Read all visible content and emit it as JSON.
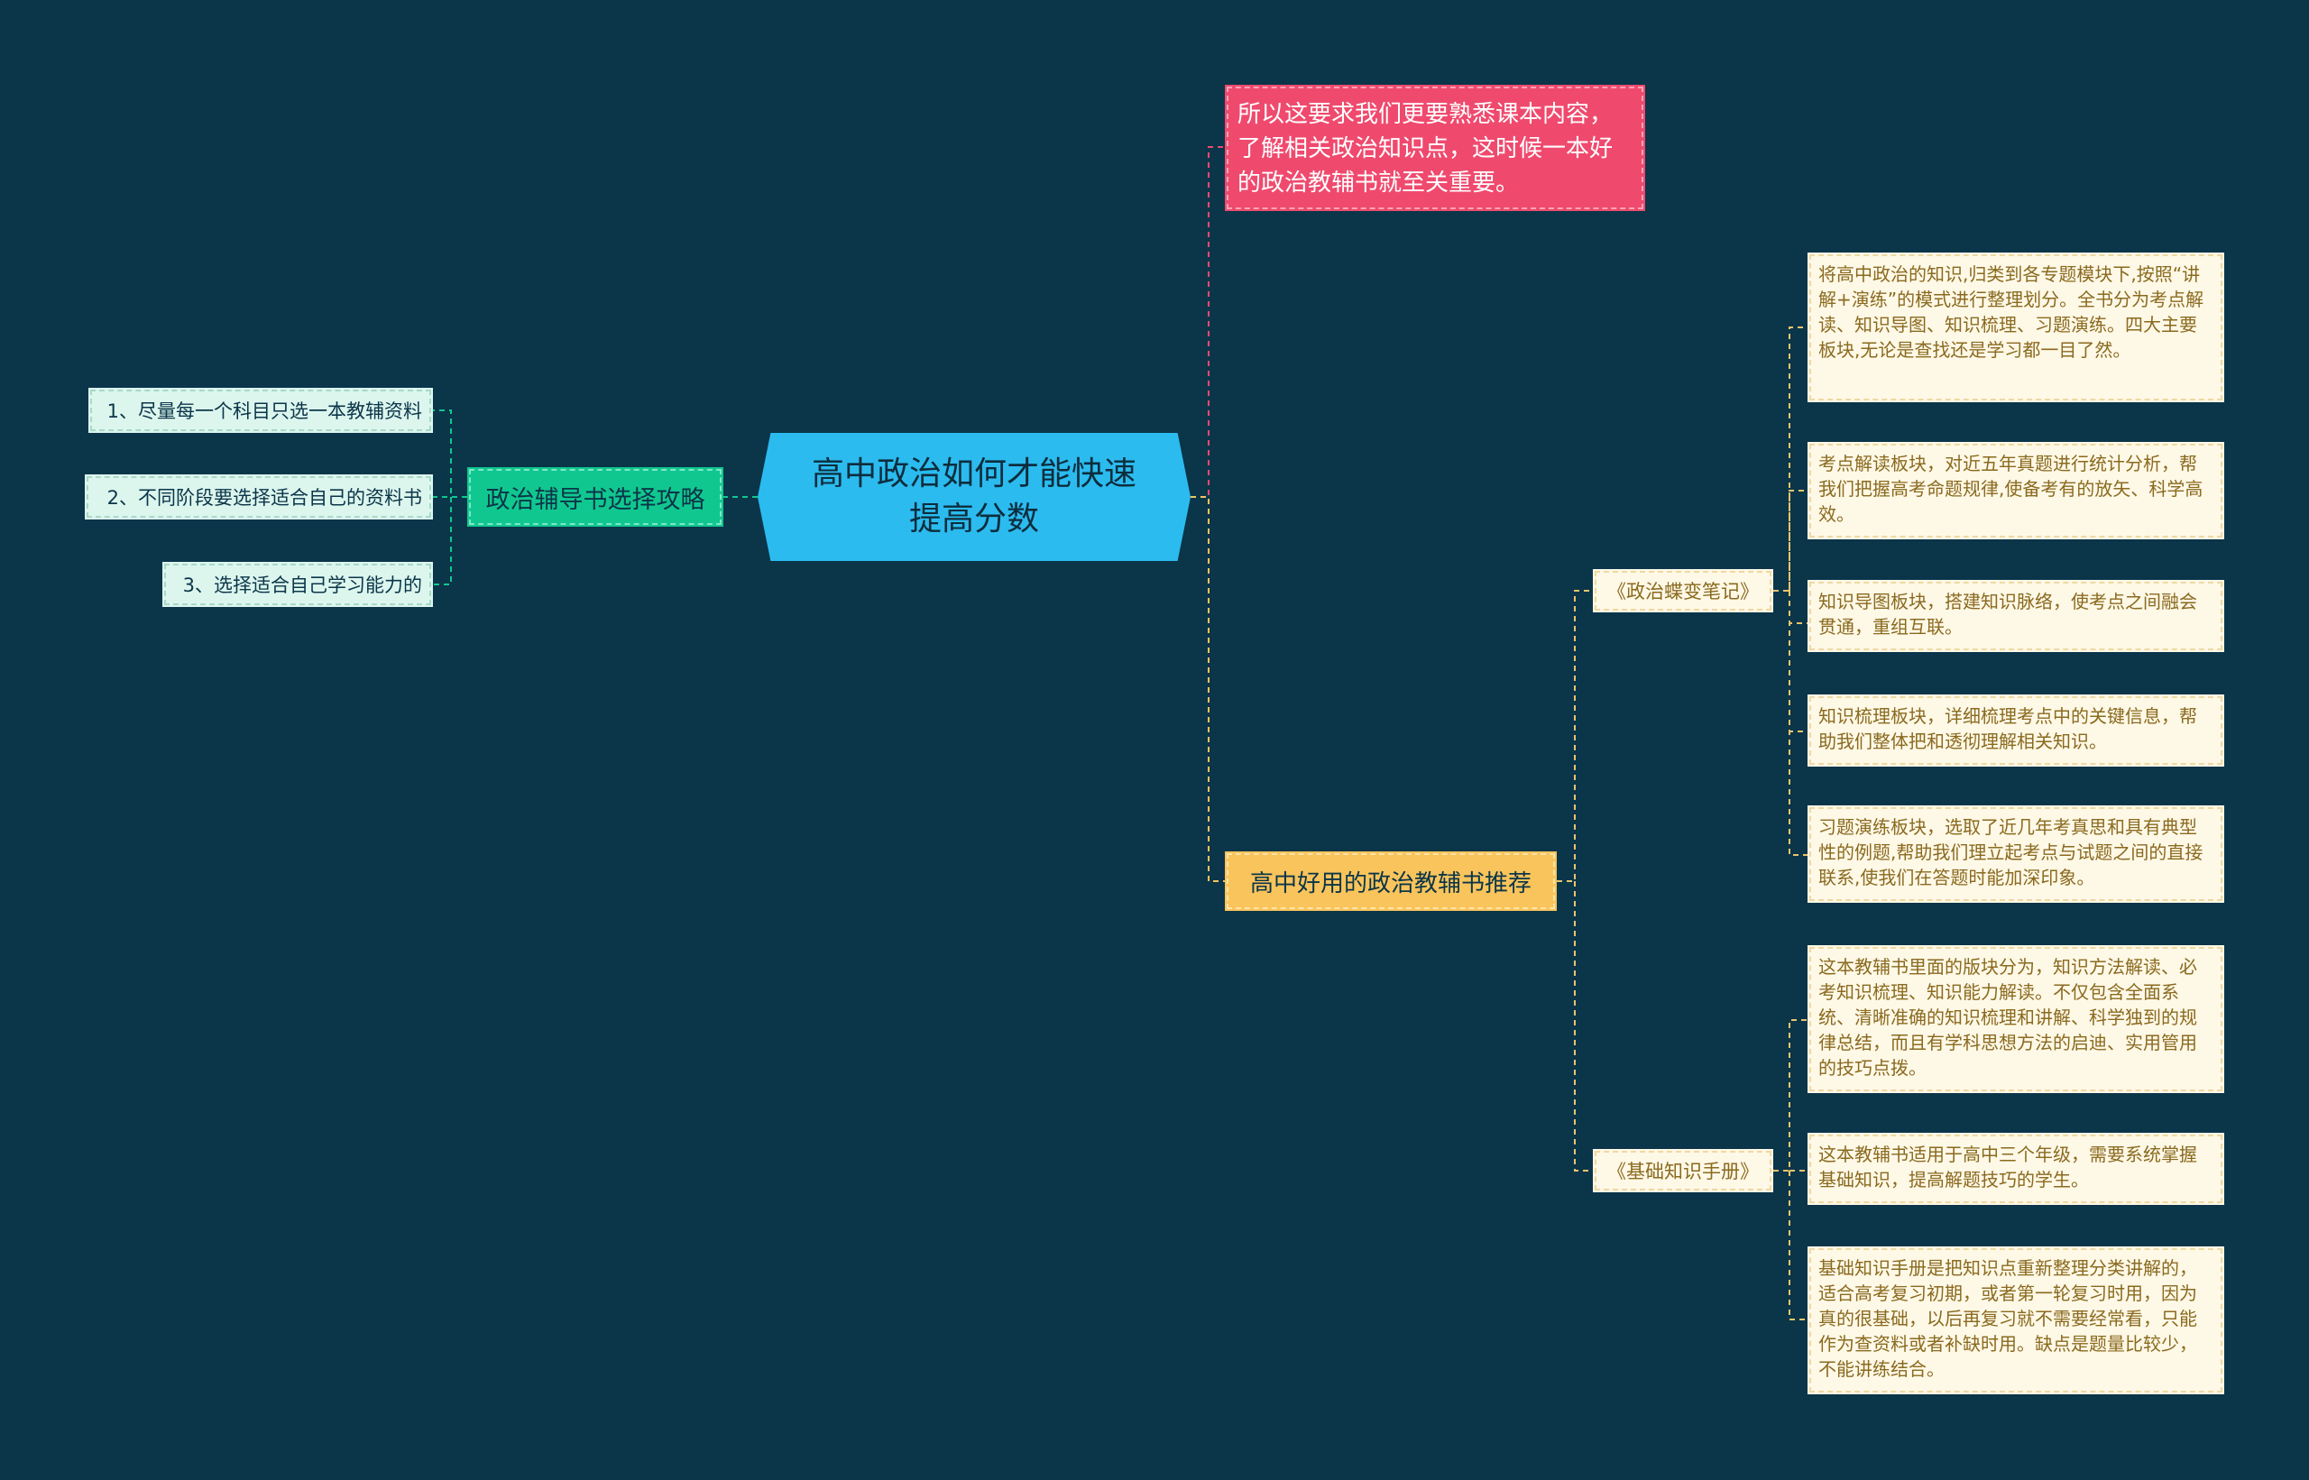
{
  "root": {
    "label": "高中政治如何才能快速提高分数"
  },
  "pink_note": {
    "text": "所以这要求我们更要熟悉课本内容，了解相关政治知识点，这时候一本好的政治教辅书就至关重要。"
  },
  "left_branch": {
    "label": "政治辅导书选择攻略",
    "items": [
      "1、尽量每一个科目只选一本教辅资料",
      "2、不同阶段要选择适合自己的资料书",
      "3、选择适合自己学习能力的"
    ]
  },
  "right_branch": {
    "label": "高中好用的政治教辅书推荐",
    "books": [
      {
        "title": "《政治蝶变笔记》",
        "details": [
          "将高中政治的知识,归类到各专题模块下,按照“讲解+演练”的模式进行整理划分。全书分为考点解读、知识导图、知识梳理、习题演练。四大主要板块,无论是查找还是学习都一目了然。",
          "考点解读板块，对近五年真题进行统计分析，帮我们把握高考命题规律,使备考有的放矢、科学高效。",
          "知识导图板块，搭建知识脉络，使考点之间融会贯通，重组互联。",
          "知识梳理板块，详细梳理考点中的关键信息，帮助我们整体把和透彻理解相关知识。",
          "习题演练板块，选取了近几年考真思和具有典型性的例题,帮助我们理立起考点与试题之间的直接联系,使我们在答题时能加深印象。"
        ]
      },
      {
        "title": "《基础知识手册》",
        "details": [
          "这本教辅书里面的版块分为，知识方法解读、必考知识梳理、知识能力解读。不仅包含全面系统、清晰准确的知识梳理和讲解、科学独到的规律总结，而且有学科思想方法的启迪、实用管用的技巧点拨。",
          "这本教辅书适用于高中三个年级，需要系统掌握基础知识，提高解题技巧的学生。",
          "基础知识手册是把知识点重新整理分类讲解的，适合高考复习初期，或者第一轮复习时用，因为真的很基础，以后再复习就不需要经常看，只能作为查资料或者补缺时用。缺点是题量比较少，不能讲练结合。"
        ]
      }
    ]
  },
  "colors": {
    "background": "#0b3549",
    "root": "#2bbbef",
    "pink": "#ef4a6e",
    "green": "#10c88f",
    "yellow": "#f9c45b",
    "leaf": "#fef8e6"
  }
}
